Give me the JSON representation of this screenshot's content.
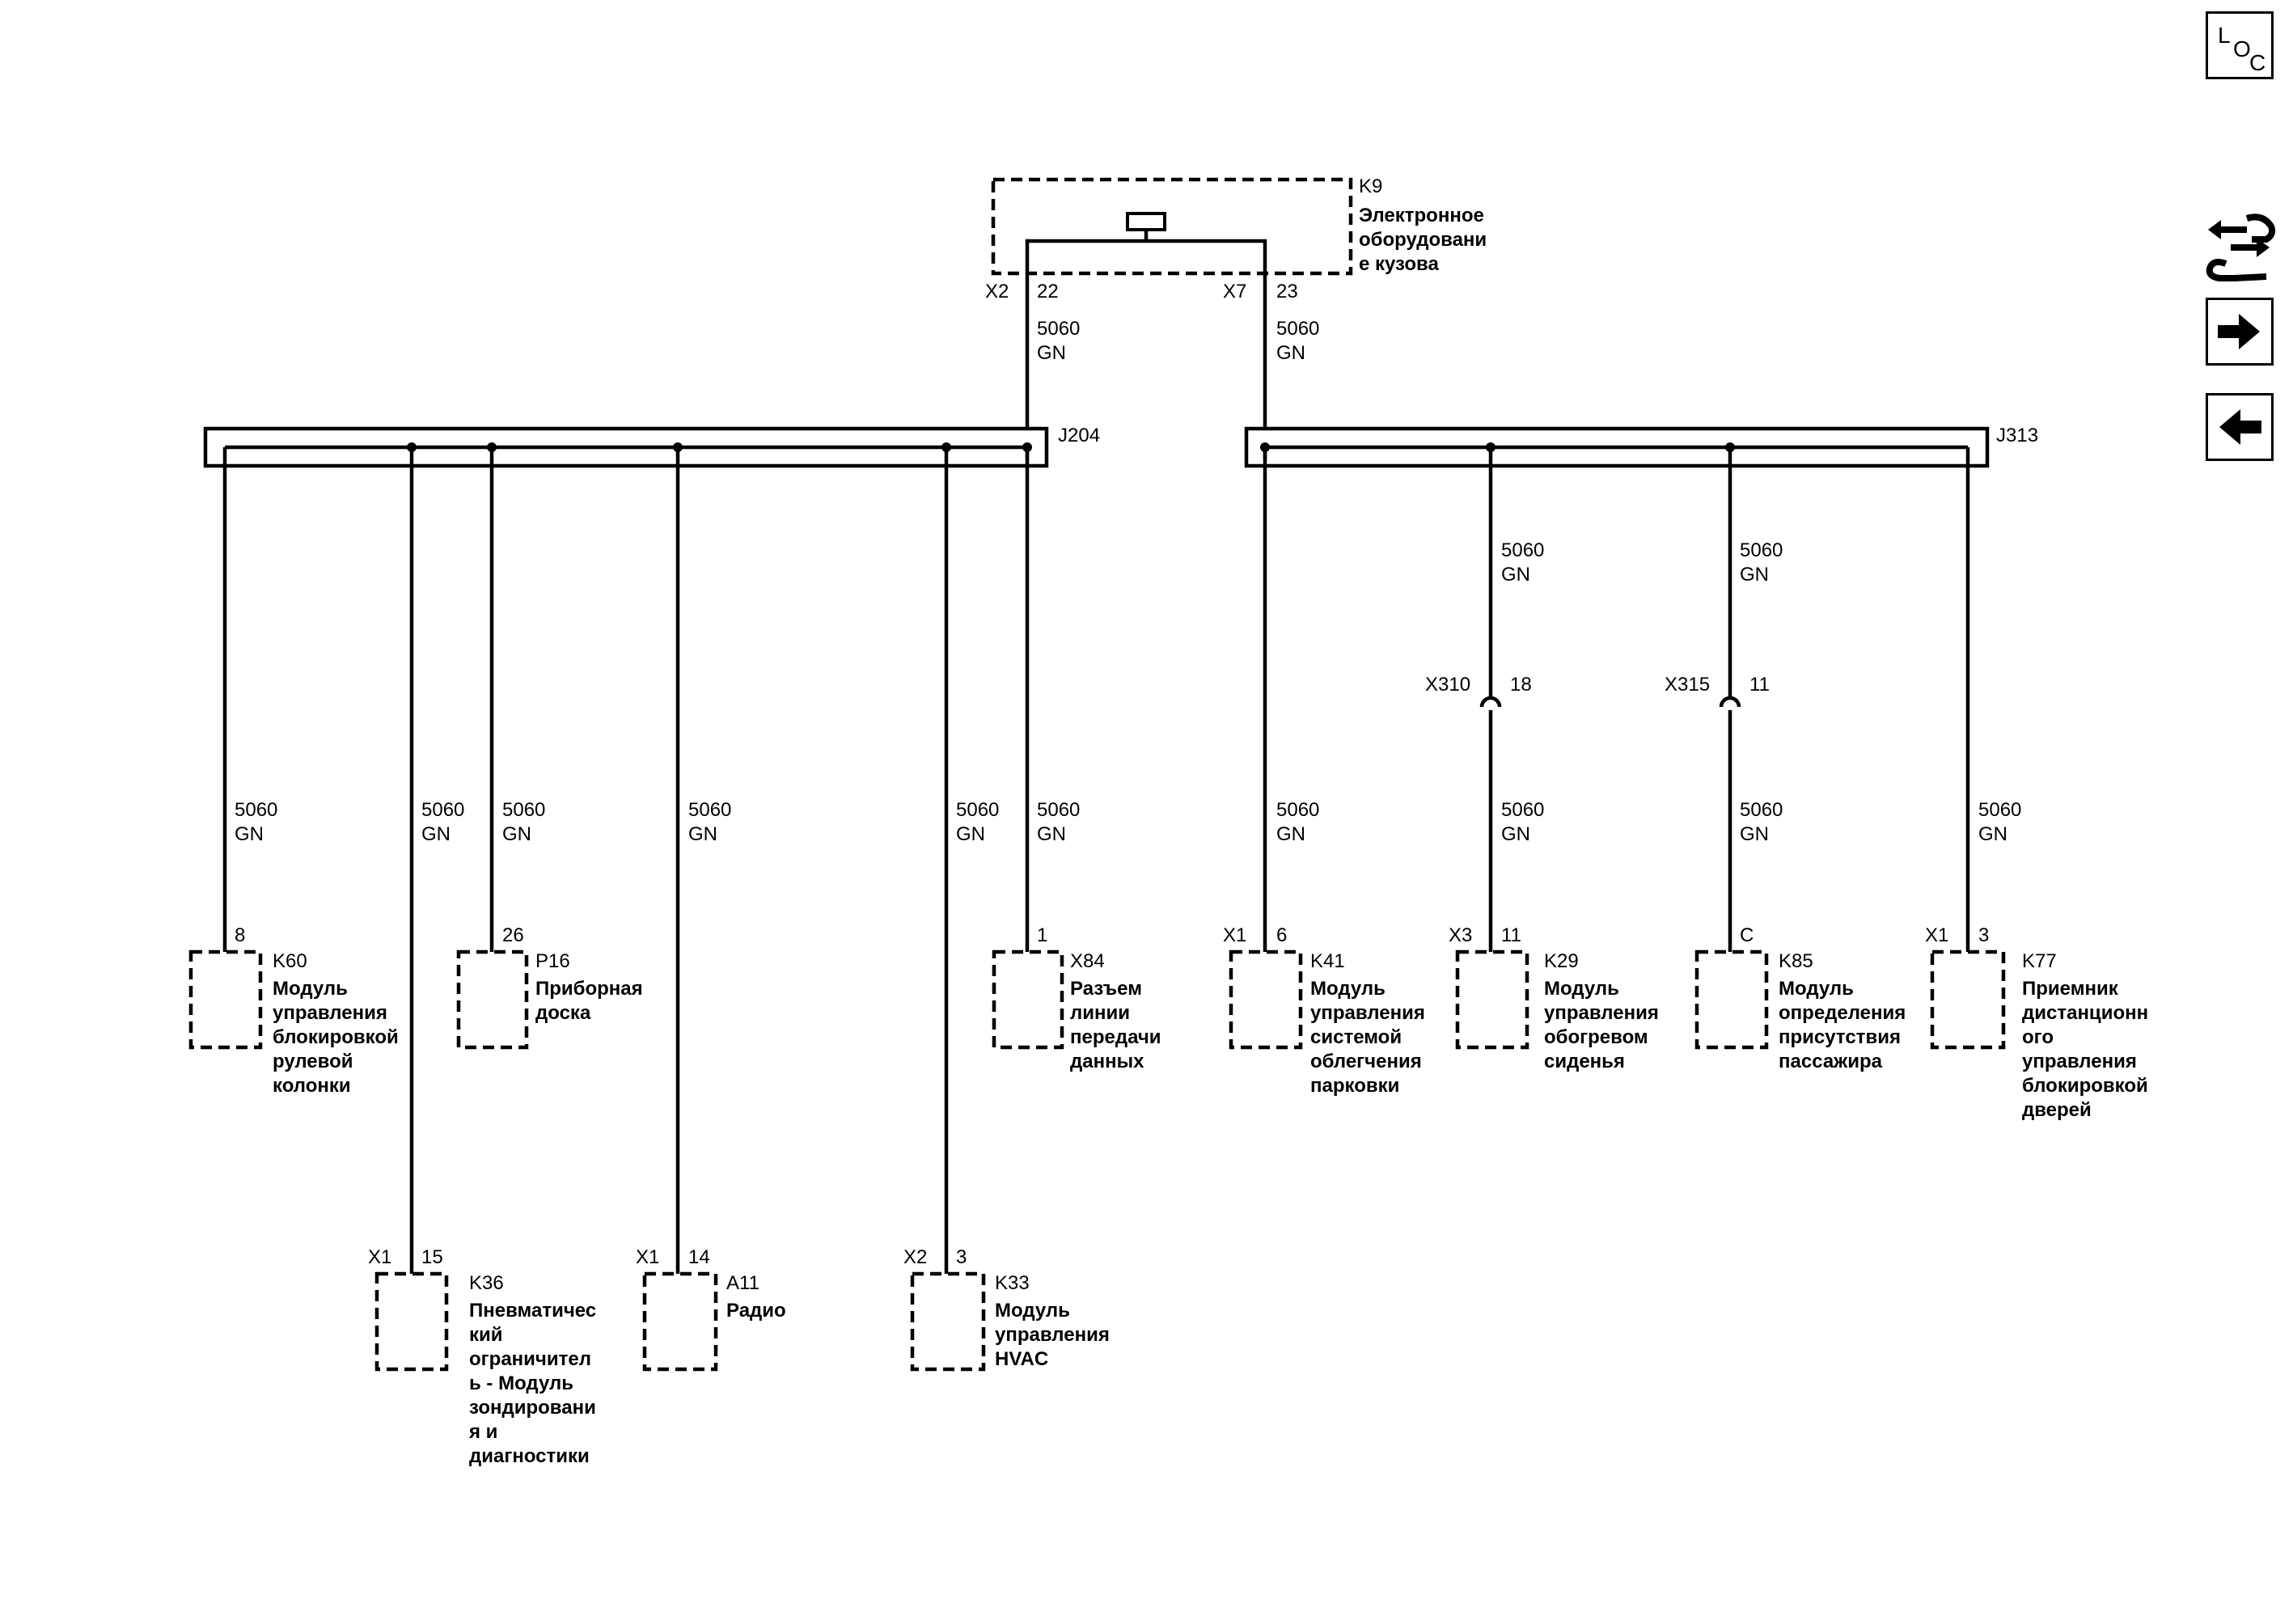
{
  "nav": {
    "loc": {
      "l": "L",
      "o": "O",
      "c": "C"
    },
    "icons": [
      "schematic-tools-icon",
      "arrow-right-icon",
      "arrow-left-icon"
    ]
  },
  "wire": {
    "circuit": "5060",
    "color": "GN"
  },
  "controller": {
    "ref": "K9",
    "name": [
      "Электронное",
      "оборудовани",
      "е кузова"
    ],
    "left_connector": "X2",
    "left_pin": "22",
    "right_connector": "X7",
    "right_pin": "23"
  },
  "splices": {
    "left": "J204",
    "right": "J313"
  },
  "inline_connectors": [
    {
      "connector": "X310",
      "pin": "18"
    },
    {
      "connector": "X315",
      "pin": "11"
    }
  ],
  "components": [
    {
      "ref": "K60",
      "connector": "",
      "pin": "8",
      "name": [
        "Модуль",
        "управления",
        "блокировкой",
        "рулевой",
        "колонки"
      ]
    },
    {
      "ref": "K36",
      "connector": "X1",
      "pin": "15",
      "name": [
        "Пневматичес",
        "кий",
        "ограничител",
        "ь - Модуль",
        "зондировани",
        "я и",
        "диагностики"
      ]
    },
    {
      "ref": "P16",
      "connector": "",
      "pin": "26",
      "name": [
        "Приборная",
        "доска"
      ]
    },
    {
      "ref": "A11",
      "connector": "X1",
      "pin": "14",
      "name": [
        "Радио"
      ]
    },
    {
      "ref": "K33",
      "connector": "X2",
      "pin": "3",
      "name": [
        "Модуль",
        "управления",
        "HVAC"
      ]
    },
    {
      "ref": "X84",
      "connector": "",
      "pin": "1",
      "name": [
        "Разъем",
        "линии",
        "передачи",
        "данных"
      ]
    },
    {
      "ref": "K41",
      "connector": "X1",
      "pin": "6",
      "name": [
        "Модуль",
        "управления",
        "системой",
        "облегчения",
        "парковки"
      ]
    },
    {
      "ref": "K29",
      "connector": "X3",
      "pin": "11",
      "name": [
        "Модуль",
        "управления",
        "обогревом",
        "сиденья"
      ]
    },
    {
      "ref": "K85",
      "connector": "",
      "pin": "C",
      "name": [
        "Модуль",
        "определения",
        "присутствия",
        "пассажира"
      ]
    },
    {
      "ref": "K77",
      "connector": "X1",
      "pin": "3",
      "name": [
        "Приемник",
        "дистанционн",
        "ого",
        "управления",
        "блокировкой",
        "дверей"
      ]
    }
  ]
}
